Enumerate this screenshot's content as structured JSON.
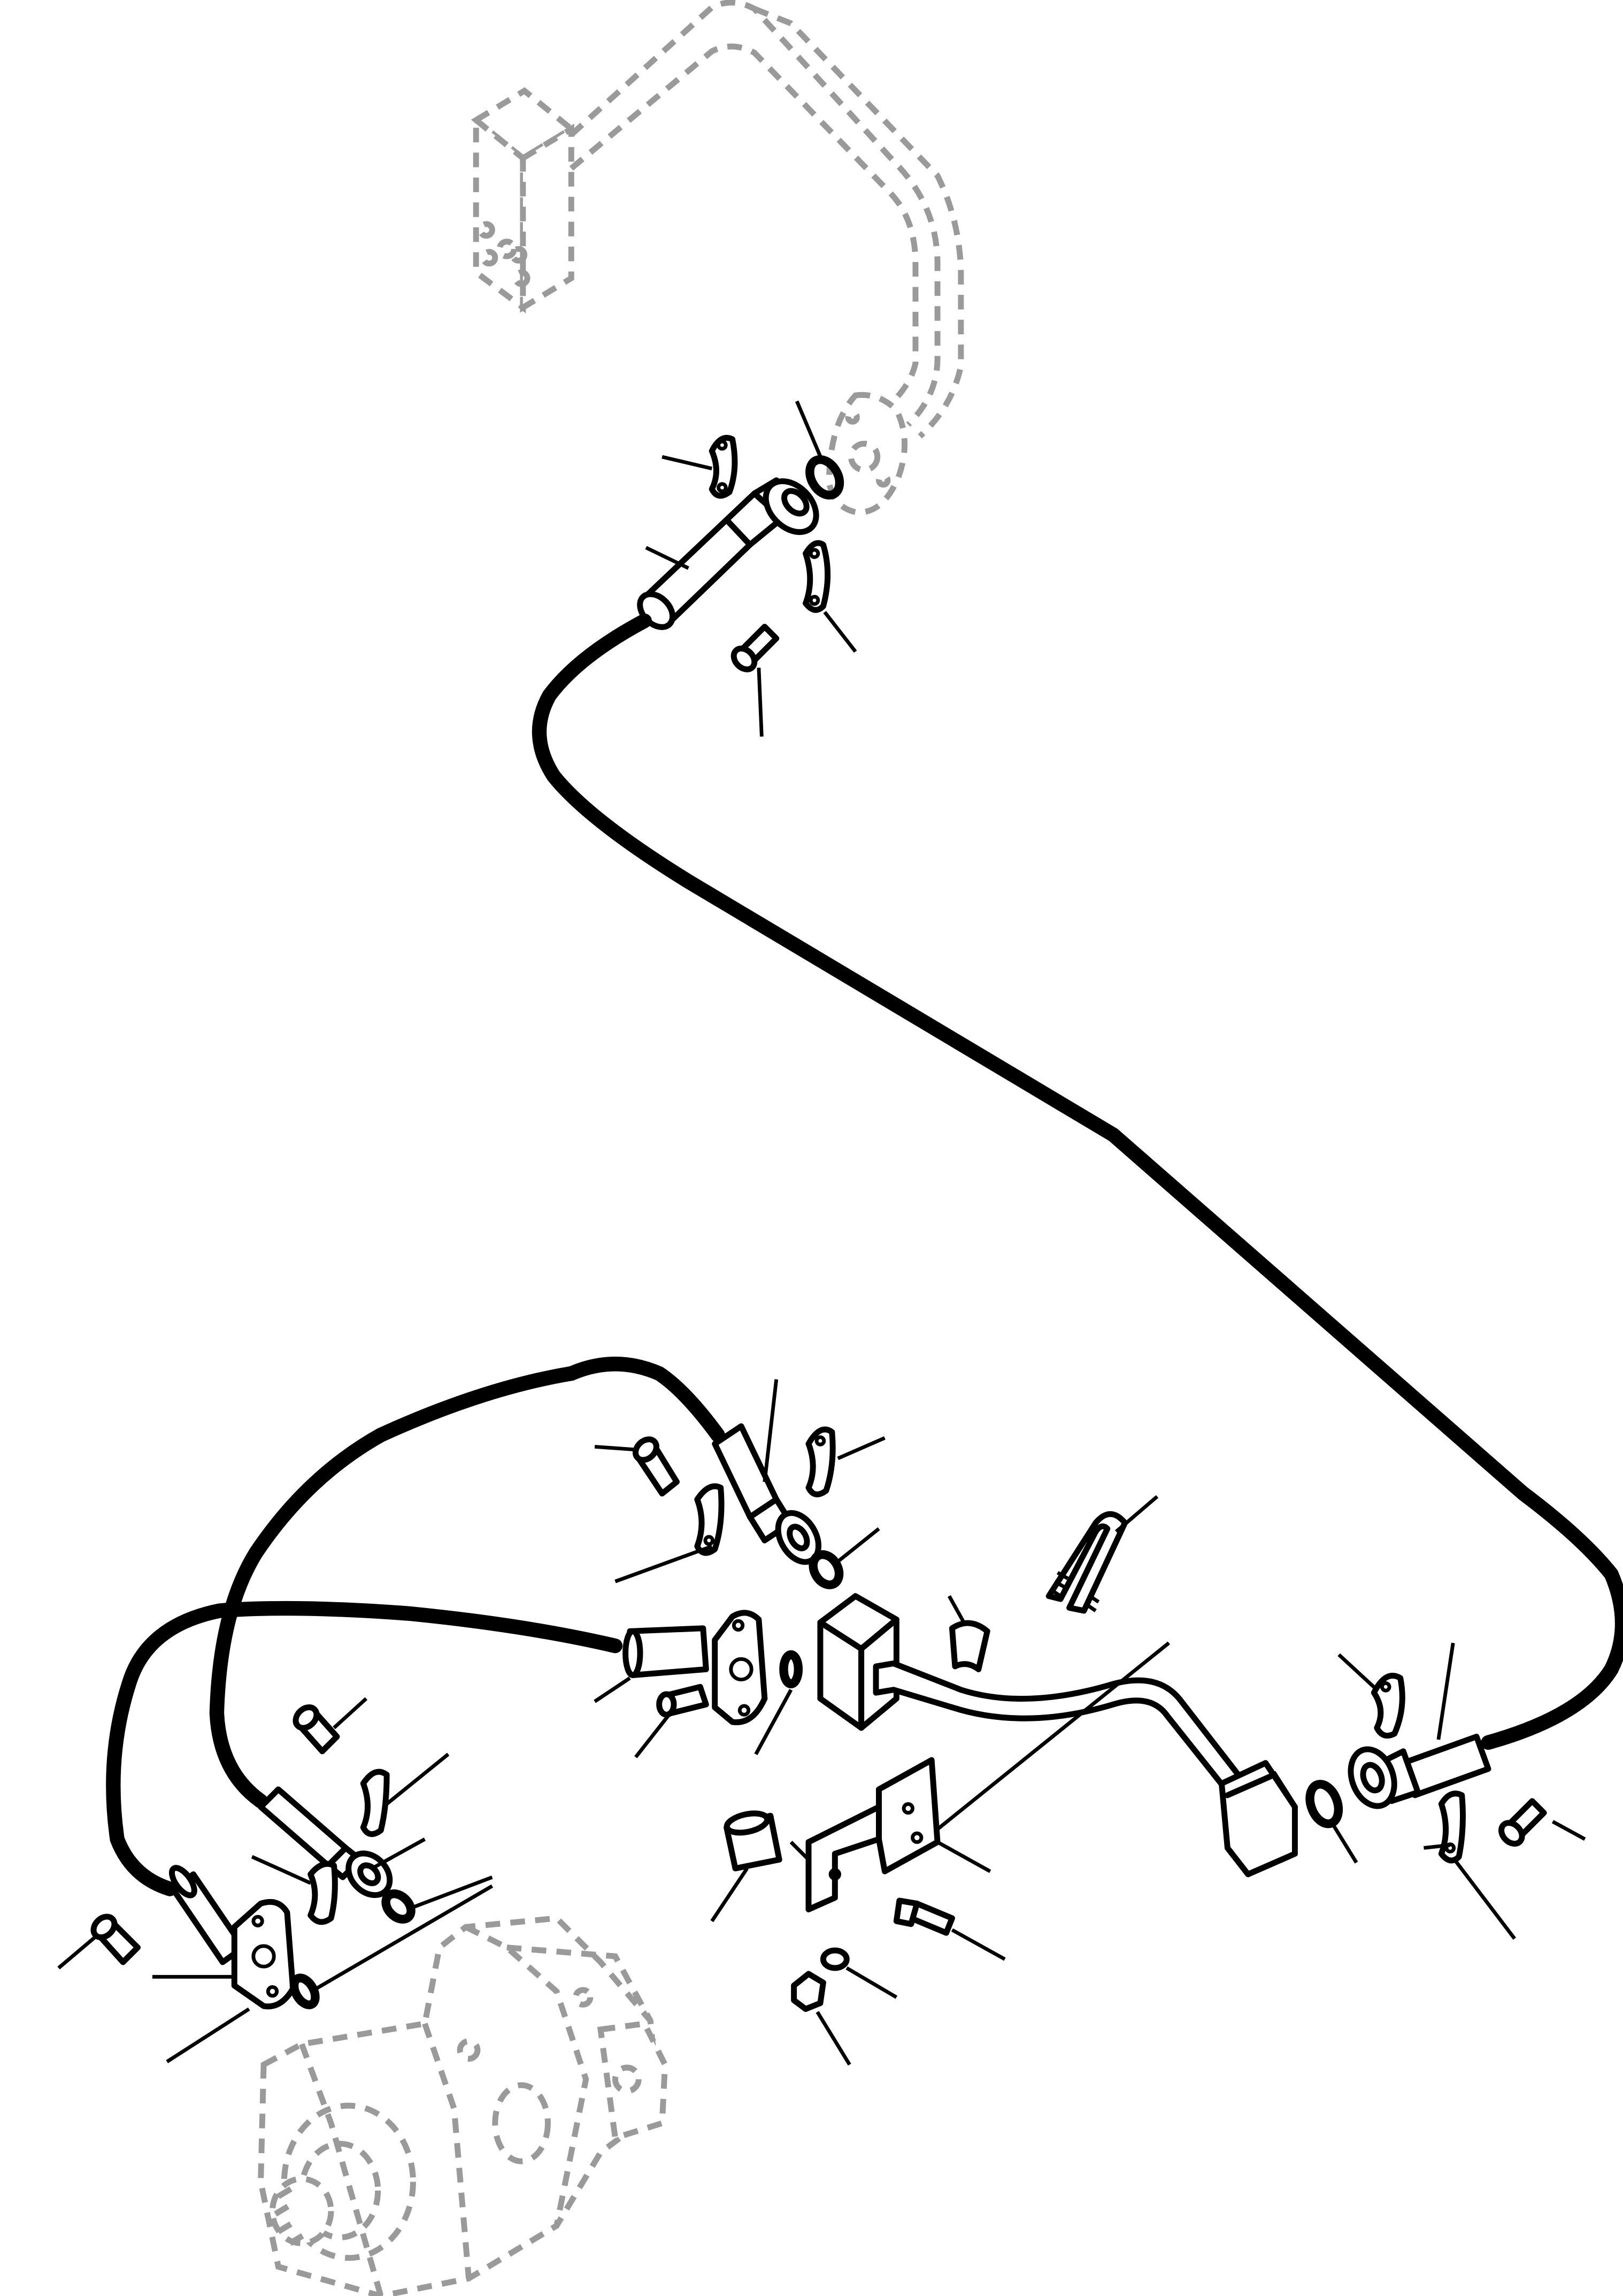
{
  "diagram": {
    "type": "exploded parts diagram",
    "callout_labels": [],
    "groups": [
      "valve-block-and-tube-ghost",
      "upper-hose-end-fitting",
      "long-hose",
      "lower-right-hose-end-fitting",
      "steel-tube-with-block",
      "mounting-bracket",
      "middle-hose-fittings",
      "left-hose-fittings",
      "hydraulic-pump-ghost"
    ]
  }
}
